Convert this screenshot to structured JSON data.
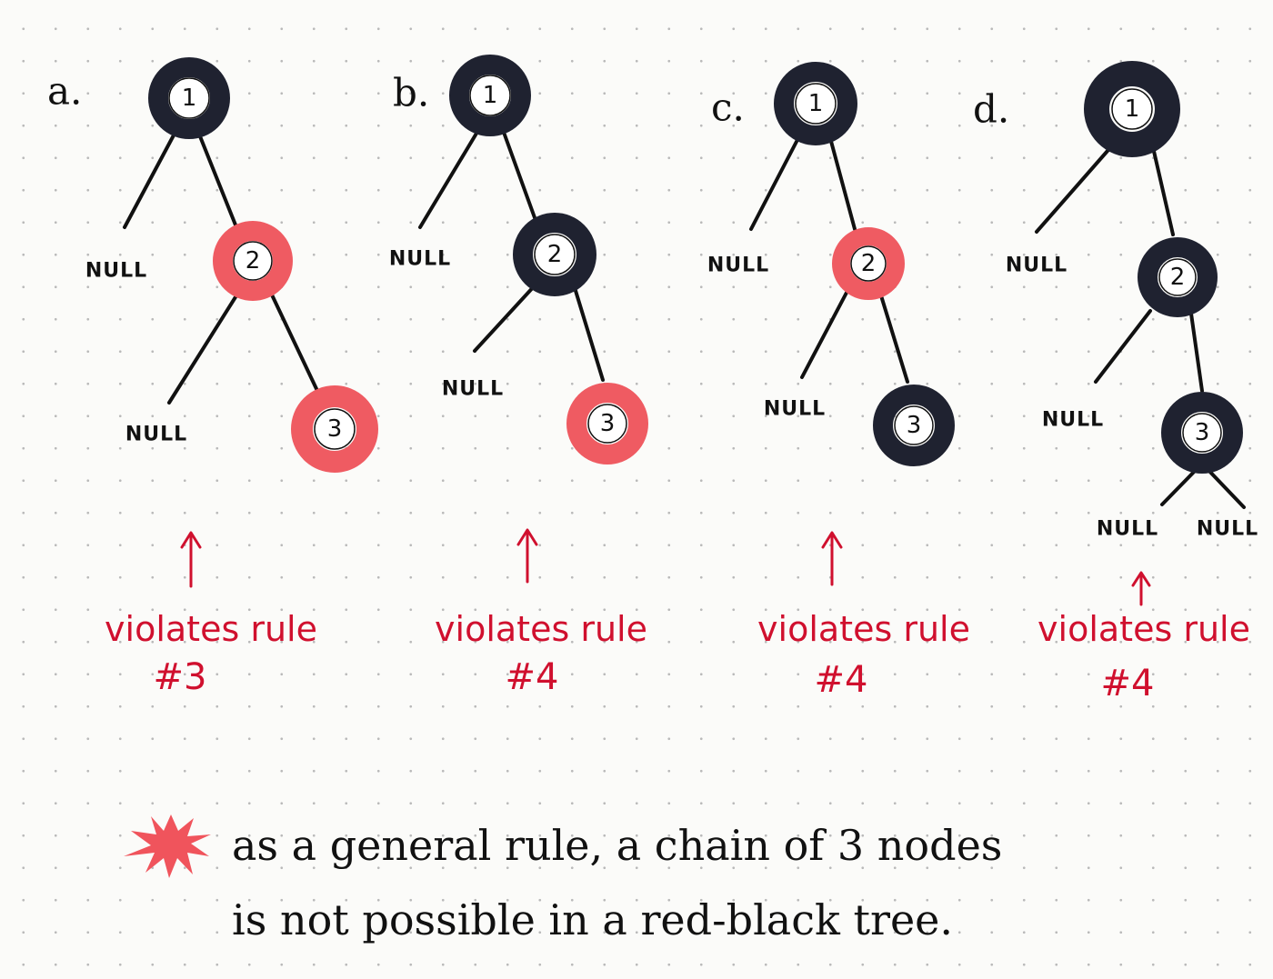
{
  "trees": [
    {
      "letter": "a.",
      "nodes": [
        {
          "label": "1",
          "color": "black"
        },
        {
          "label": "2",
          "color": "red"
        },
        {
          "label": "3",
          "color": "red"
        }
      ],
      "null_labels": [
        "NULL",
        "NULL"
      ],
      "violation": {
        "text": "violates rule",
        "rule": "#3"
      }
    },
    {
      "letter": "b.",
      "nodes": [
        {
          "label": "1",
          "color": "black"
        },
        {
          "label": "2",
          "color": "black"
        },
        {
          "label": "3",
          "color": "red"
        }
      ],
      "null_labels": [
        "NULL",
        "NULL"
      ],
      "violation": {
        "text": "violates rule",
        "rule": "#4"
      }
    },
    {
      "letter": "c.",
      "nodes": [
        {
          "label": "1",
          "color": "black"
        },
        {
          "label": "2",
          "color": "red"
        },
        {
          "label": "3",
          "color": "black"
        }
      ],
      "null_labels": [
        "NULL",
        "NULL"
      ],
      "violation": {
        "text": "violates rule",
        "rule": "#4"
      }
    },
    {
      "letter": "d.",
      "nodes": [
        {
          "label": "1",
          "color": "black"
        },
        {
          "label": "2",
          "color": "black"
        },
        {
          "label": "3",
          "color": "black"
        }
      ],
      "null_labels": [
        "NULL",
        "NULL",
        "NULL",
        "NULL"
      ],
      "violation": {
        "text": "violates rule",
        "rule": "#4"
      }
    }
  ],
  "note": {
    "line1": "as a general rule, a chain of 3 nodes",
    "line2": "is not possible in a red-black tree."
  },
  "colors": {
    "black_node": "#1f2230",
    "red_node": "#ef5b62",
    "annotation_red": "#d0102e",
    "ink": "#111111"
  }
}
